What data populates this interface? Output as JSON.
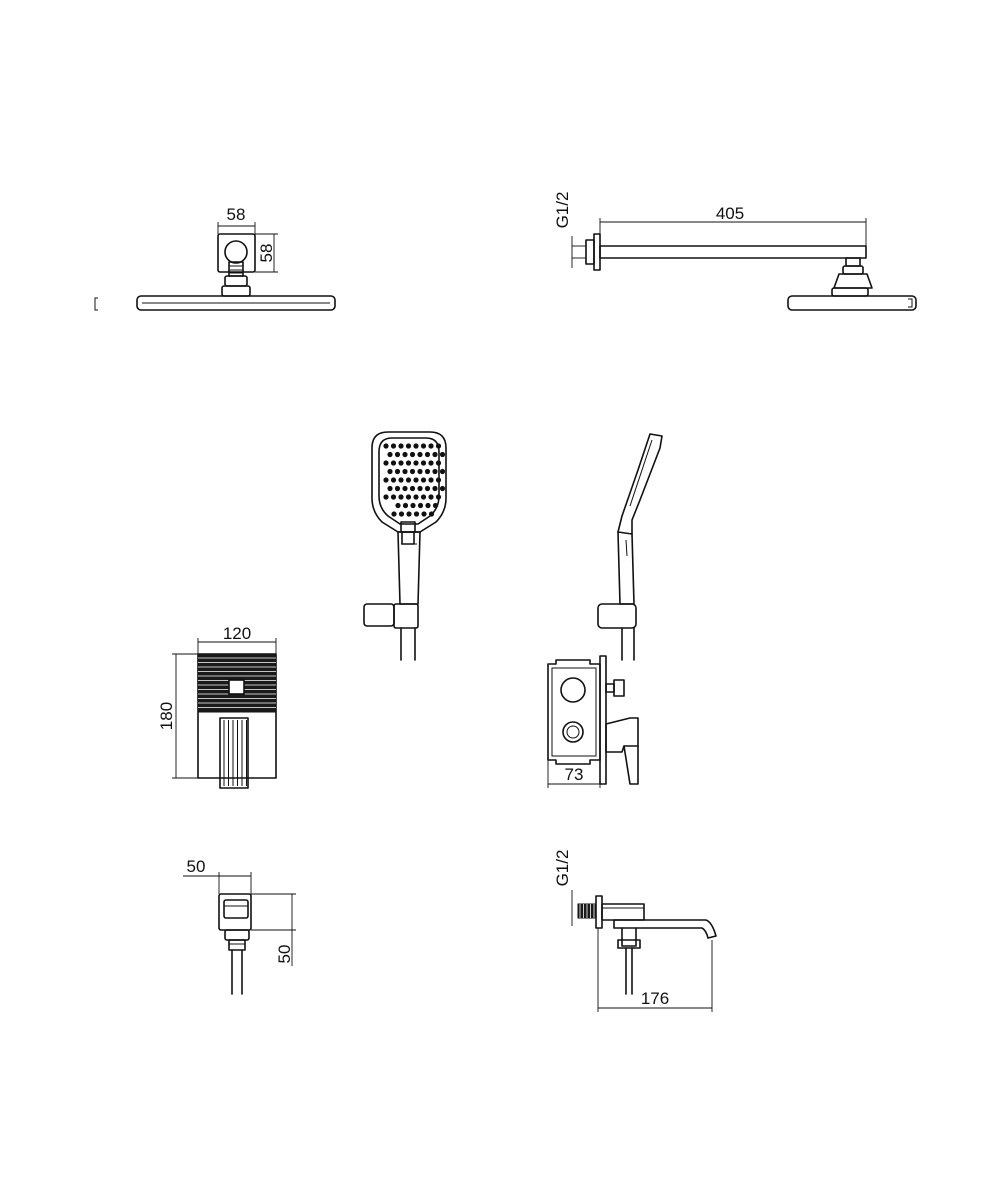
{
  "dimensions": {
    "head_width": "58",
    "head_height": "58",
    "arm_thread": "G1/2",
    "arm_length": "405",
    "valve_width": "120",
    "valve_height": "180",
    "valve_depth": "73",
    "outlet_width": "50",
    "outlet_height": "50",
    "spout_thread": "G1/2",
    "spout_length": "176"
  }
}
